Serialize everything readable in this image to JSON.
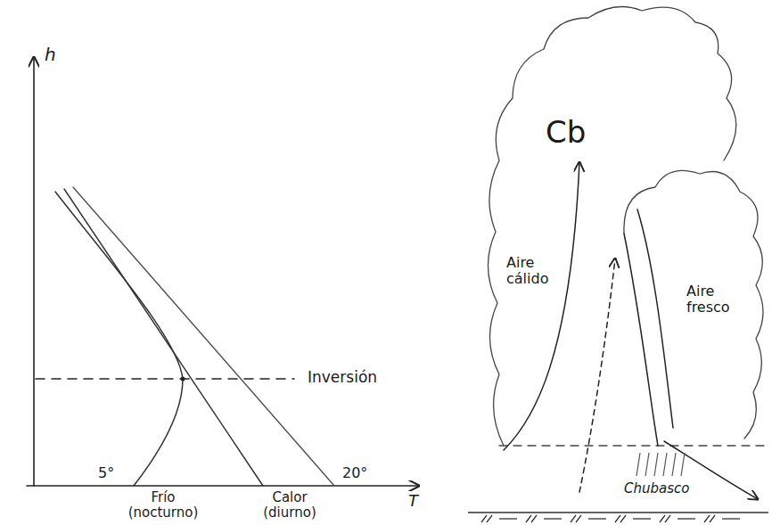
{
  "diagram": {
    "labels": [
      "h",
      "T",
      "Inversión",
      "5°",
      "20°",
      "Frío (nocturno)",
      "Calor (diurno)",
      "Cb",
      "Aire cálido",
      "Aire fresco",
      "Chubasco"
    ]
  }
}
